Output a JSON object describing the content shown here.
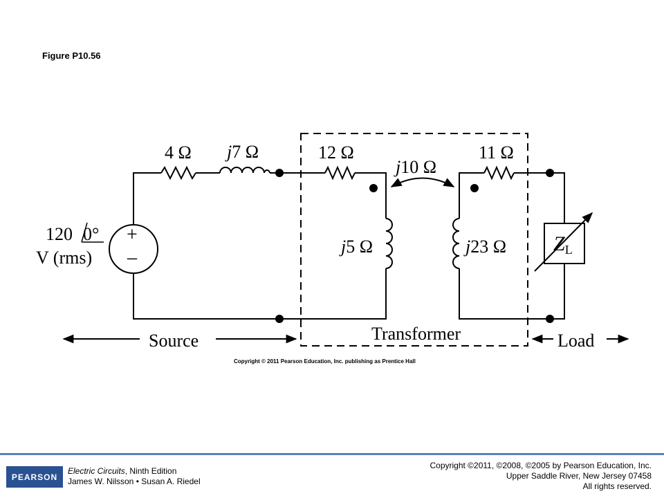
{
  "figure": {
    "title": "Figure P10.56",
    "copyright": "Copyright © 2011 Pearson Education, Inc. publishing as Prentice Hall"
  },
  "circuit": {
    "source": {
      "magnitude": "120",
      "angle": "0°",
      "units": "V (rms)",
      "plus": "+",
      "minus": "–"
    },
    "source_resistor": "4 Ω",
    "source_inductor": {
      "j": "j",
      "value": "7 Ω"
    },
    "primary_resistor": "12 Ω",
    "mutual": {
      "j": "j",
      "value": "10 Ω"
    },
    "secondary_resistor": "11 Ω",
    "primary_inductor": {
      "j": "j",
      "value": "5 Ω"
    },
    "secondary_inductor": {
      "j": "j",
      "value": "23 Ω"
    },
    "load": {
      "Z": "Z",
      "sub": "L"
    },
    "labels": {
      "source": "Source",
      "transformer": "Transformer",
      "load": "Load"
    }
  },
  "footer": {
    "logo": "PEARSON",
    "book_title": "Electric Circuits",
    "book_edition": ", Ninth Edition",
    "authors": "James W. Nilsson • Susan A. Riedel",
    "copyright_line1": "Copyright ©2011, ©2008, ©2005 by Pearson Education, Inc.",
    "copyright_line2": "Upper Saddle River, New Jersey 07458",
    "copyright_line3": "All rights reserved."
  }
}
